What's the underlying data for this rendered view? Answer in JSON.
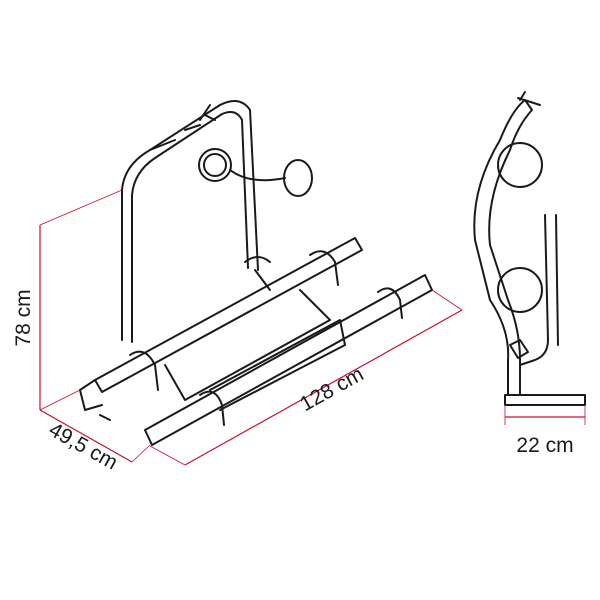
{
  "dimensions": {
    "height": "78 cm",
    "depth": "49,5 cm",
    "length": "128 cm",
    "side_depth": "22 cm"
  },
  "colors": {
    "dimension_line": "#c8102e",
    "drawing": "#1a1a1a"
  }
}
